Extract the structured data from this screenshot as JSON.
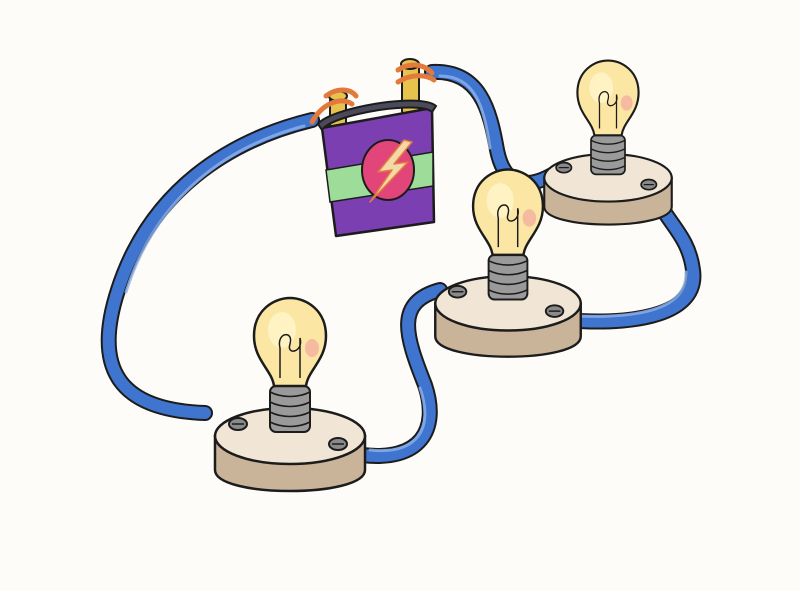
{
  "colors": {
    "background": "#fdfcf8",
    "wire": "#3f74cf",
    "wire_highlight": "#8fb3ec",
    "outline": "#1c1c1c",
    "copper": "#e27a3c",
    "battery_body": "#7b3fb2",
    "battery_top": "#4a4a5a",
    "battery_stripe": "#9edc9a",
    "battery_badge": "#e2457a",
    "battery_bolt": "#f5d8a8",
    "terminal": "#e7c34e",
    "bulb_glass": "#fbe6a4",
    "bulb_glow": "#fff4c9",
    "bulb_cheek": "#f3a6a0",
    "socket_metal": "#9a9a9a",
    "base_top": "#f1e6d6",
    "base_side": "#c9b49a",
    "screw": "#8a8a8a"
  },
  "icons": {
    "battery": "battery-icon",
    "bulb": "light-bulb-icon",
    "bolt": "lightning-bolt-icon"
  },
  "circuit": {
    "battery_count": 1,
    "bulb_count": 3,
    "connection": "series"
  }
}
